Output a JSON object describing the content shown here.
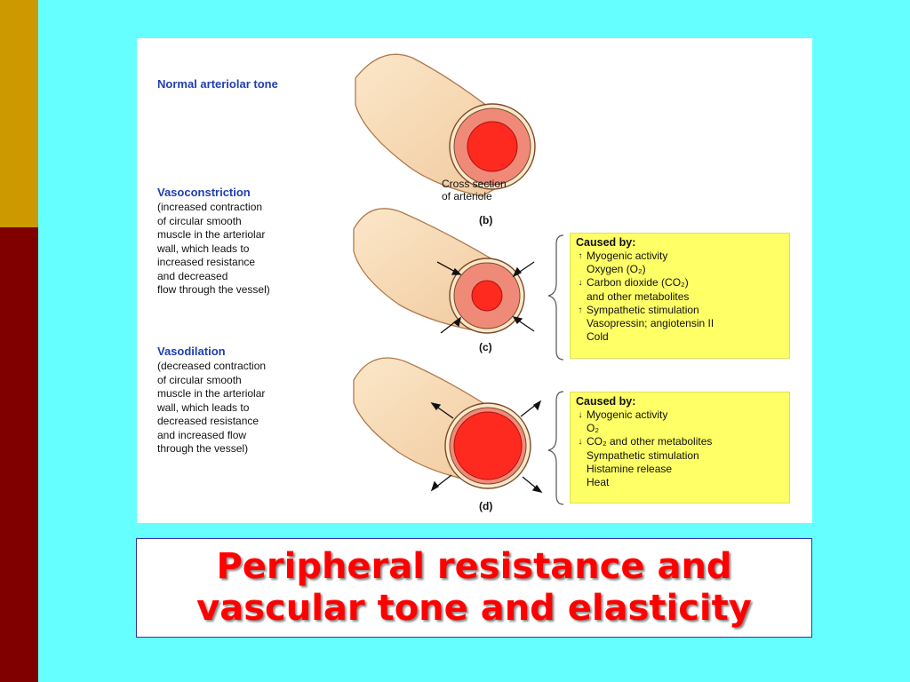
{
  "figure": {
    "normal": {
      "heading": "Normal arteriolar tone"
    },
    "cross_section": [
      "Cross section",
      "of arteriole"
    ],
    "panel_b": "(b)",
    "panel_c": "(c)",
    "panel_d": "(d)",
    "vasoconstriction": {
      "heading": "Vasoconstriction",
      "lines": [
        "(increased contraction",
        "of circular smooth",
        "muscle in the arteriolar",
        "wall, which leads to",
        "increased resistance",
        "and decreased",
        "flow through the vessel)"
      ]
    },
    "vasodilation": {
      "heading": "Vasodilation",
      "lines": [
        "(decreased contraction",
        "of circular smooth",
        "muscle in the arteriolar",
        "wall, which leads to",
        "decreased resistance",
        "and increased flow",
        "through the vessel)"
      ]
    },
    "constriction_causes": {
      "title": "Caused by:",
      "items": [
        {
          "arrow": "↑",
          "text": "Myogenic activity"
        },
        {
          "arrow": "",
          "text": "Oxygen (O₂)"
        },
        {
          "arrow": "↓",
          "text": "Carbon dioxide (CO₂)"
        },
        {
          "arrow": "",
          "text": "and other metabolites"
        },
        {
          "arrow": "↑",
          "text": "Sympathetic stimulation"
        },
        {
          "arrow": "",
          "text": "Vasopressin; angiotensin II"
        },
        {
          "arrow": "",
          "text": "Cold"
        }
      ]
    },
    "dilation_causes": {
      "title": "Caused by:",
      "items": [
        {
          "arrow": "↓",
          "text": "Myogenic activity"
        },
        {
          "arrow": "",
          "text": "O₂"
        },
        {
          "arrow": "↓",
          "text": "CO₂ and other metabolites"
        },
        {
          "arrow": "",
          "text": "Sympathetic stimulation"
        },
        {
          "arrow": "",
          "text": "Histamine release"
        },
        {
          "arrow": "",
          "text": "Heat"
        }
      ]
    }
  },
  "title": {
    "line1": "Peripheral resistance and",
    "line2": "vascular tone and elasticity"
  },
  "colors": {
    "background": "#66ffff",
    "bar_top": "#cc9900",
    "bar_bottom": "#800000",
    "title_text": "#ff0000",
    "vessel_outer": "#f5d3a8",
    "vessel_wall": "#f08a78",
    "lumen": "#ff2a1f",
    "cause_box": "#ffff66"
  }
}
